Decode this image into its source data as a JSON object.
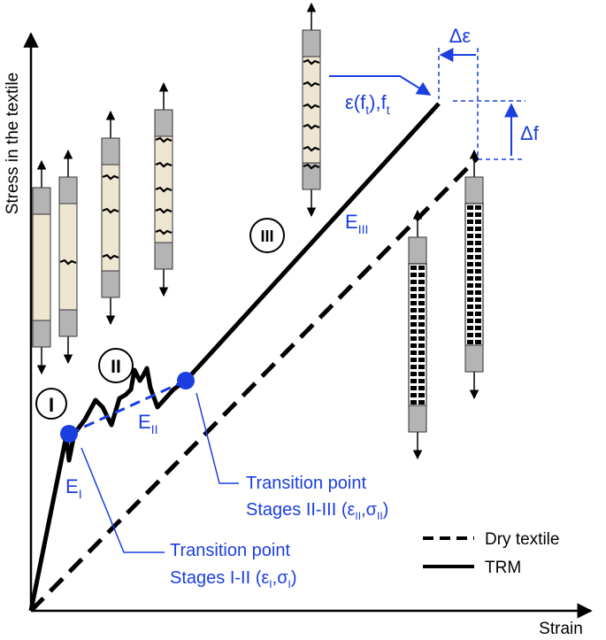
{
  "axes": {
    "y_label": "Stress in the textile",
    "x_label": "Strain"
  },
  "stage_labels": {
    "stage_1": "I",
    "stage_2": "II",
    "stage_3": "III"
  },
  "moduli": {
    "e1_base": "E",
    "e1_sub": "I",
    "e2_base": "E",
    "e2_sub": "II",
    "e3_base": "E",
    "e3_sub": "III"
  },
  "ultimate": {
    "text_a": "ε(f",
    "sub_a": "t",
    "text_b": "),f",
    "sub_b": "t",
    "delta_eps": "Δε",
    "delta_f": "Δf"
  },
  "transition_1": {
    "line1": "Transition point",
    "line2_prefix": "Stages I-II (",
    "eps": "ε",
    "eps_sub": "I",
    "sep": ",",
    "sig": "σ",
    "sig_sub": "I",
    "close": ")"
  },
  "transition_2": {
    "line1": "Transition point",
    "line2_prefix": "Stages II-III (",
    "eps": "ε",
    "eps_sub": "II",
    "sep": ",",
    "sig": "σ",
    "sig_sub": "II",
    "close": ")"
  },
  "legend": {
    "dry": "Dry textile",
    "trm": "TRM"
  },
  "colors": {
    "annotation_blue": "#1a3ee0",
    "specimen_fill": "#efe6d2",
    "grip_fill": "#b4b4b4",
    "curve": "#000000"
  }
}
